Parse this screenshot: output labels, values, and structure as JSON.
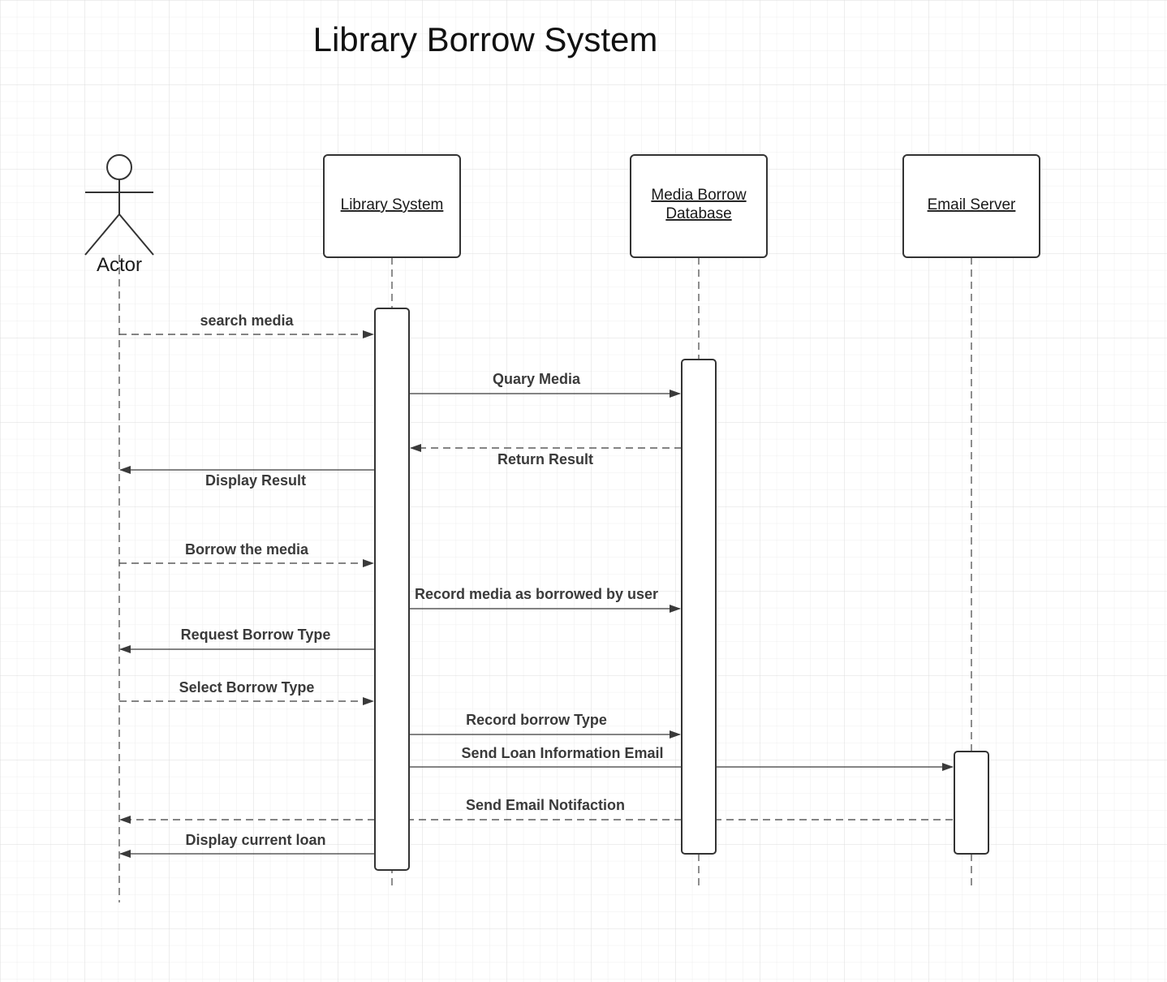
{
  "title": "Library Borrow System",
  "actor": {
    "label": "Actor"
  },
  "participants": [
    {
      "id": "library",
      "lines": [
        "Library System"
      ]
    },
    {
      "id": "database",
      "lines": [
        "Media Borrow",
        "Database"
      ]
    },
    {
      "id": "email",
      "lines": [
        "Email Server"
      ]
    }
  ],
  "messages": [
    {
      "label": "search media",
      "from": "actor",
      "to": "library",
      "style": "dashed"
    },
    {
      "label": "Quary Media",
      "from": "library",
      "to": "database",
      "style": "solid"
    },
    {
      "label": "Return Result",
      "from": "database",
      "to": "library",
      "style": "dashed"
    },
    {
      "label": "Display Result",
      "from": "library",
      "to": "actor",
      "style": "solid"
    },
    {
      "label": "Borrow the media",
      "from": "actor",
      "to": "library",
      "style": "dashed"
    },
    {
      "label": "Record media as borrowed by user",
      "from": "library",
      "to": "database",
      "style": "solid"
    },
    {
      "label": "Request Borrow Type",
      "from": "library",
      "to": "actor",
      "style": "solid"
    },
    {
      "label": "Select Borrow Type",
      "from": "actor",
      "to": "library",
      "style": "dashed"
    },
    {
      "label": "Record borrow Type",
      "from": "library",
      "to": "database",
      "style": "solid"
    },
    {
      "label": "Send Loan Information Email",
      "from": "library",
      "to": "email",
      "style": "solid"
    },
    {
      "label": "Send Email Notifaction",
      "from": "email",
      "to": "actor",
      "style": "dashed"
    },
    {
      "label": "Display current loan",
      "from": "library",
      "to": "actor",
      "style": "solid"
    }
  ]
}
